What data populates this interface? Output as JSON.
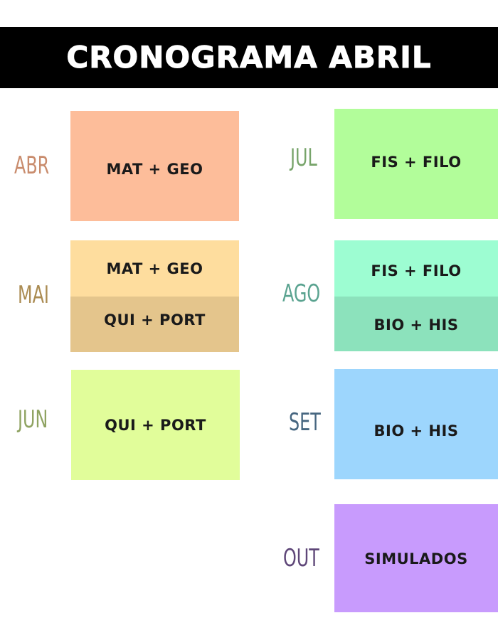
{
  "header": {
    "title": "CRONOGRAMA ABRIL"
  },
  "colors": {
    "header_bg": "#000000",
    "abr": "#fdbd9a",
    "mai_top": "#fedd9e",
    "mai_bottom": "#e4c58c",
    "jun": "#e1fd9a",
    "jul": "#b2fd9a",
    "ago_top": "#9dfdd2",
    "ago_bottom": "#8ce2bc",
    "set": "#9dd6fd",
    "out": "#c89bfd"
  },
  "schedule": {
    "abr": {
      "month": "ABR",
      "month_color": "#c98c6d",
      "subjects": [
        "MAT + GEO"
      ]
    },
    "mai": {
      "month": "MAI",
      "month_color": "#ab8c53",
      "subjects": [
        "MAT + GEO",
        "QUI + PORT"
      ]
    },
    "jun": {
      "month": "JUN",
      "month_color": "#8fa362",
      "subjects": [
        "QUI + PORT"
      ]
    },
    "jul": {
      "month": "JUL",
      "month_color": "#77a46a",
      "subjects": [
        "FIS + FILO"
      ]
    },
    "ago": {
      "month": "AGO",
      "month_color": "#5aa390",
      "subjects": [
        "FIS + FILO",
        "BIO + HIS"
      ]
    },
    "set": {
      "month": "SET",
      "month_color": "#466680",
      "subjects": [
        "BIO + HIS"
      ]
    },
    "out": {
      "month": "OUT",
      "month_color": "#5e4678",
      "subjects": [
        "SIMULADOS"
      ]
    }
  }
}
